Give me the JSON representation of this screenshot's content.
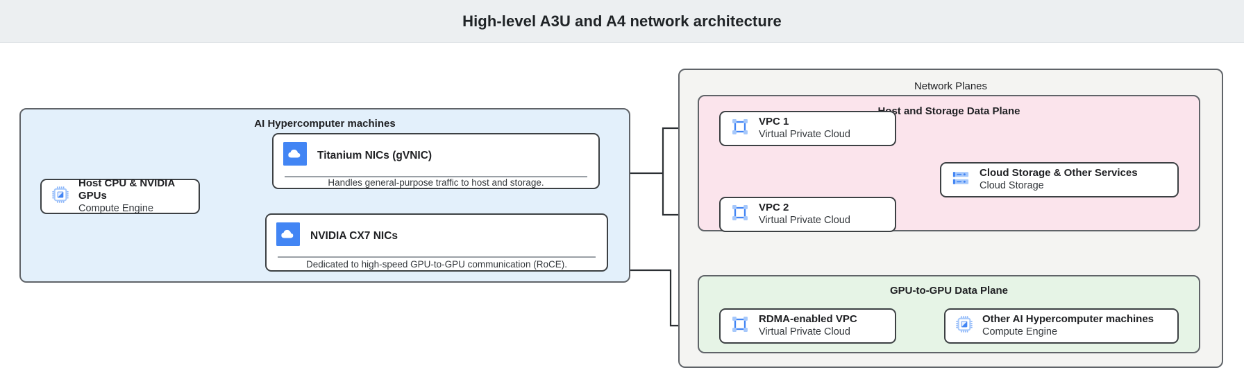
{
  "header": {
    "title": "High-level A3U and A4 network architecture"
  },
  "groups": {
    "machines": {
      "title": "AI Hypercomputer machines"
    },
    "planes": {
      "title": "Network Planes"
    },
    "host_data": {
      "title": "Host and Storage Data Plane"
    },
    "gpu_data": {
      "title": "GPU-to-GPU Data Plane"
    }
  },
  "nodes": {
    "host_cpu": {
      "title": "Host CPU & NVIDIA GPUs",
      "subtitle": "Compute Engine",
      "icon": "cpu-chip-icon"
    },
    "titanium_nics": {
      "title": "Titanium NICs (gVNIC)",
      "caption": "Handles general-purpose traffic to host and storage.",
      "icon": "cloud-icon"
    },
    "cx7_nics": {
      "title": "NVIDIA CX7 NICs",
      "caption": "Dedicated to high-speed GPU-to-GPU communication (RoCE).",
      "icon": "cloud-icon"
    },
    "vpc1": {
      "title": "VPC 1",
      "subtitle": "Virtual Private Cloud",
      "icon": "vpc-icon"
    },
    "vpc2": {
      "title": "VPC 2",
      "subtitle": "Virtual Private Cloud",
      "icon": "vpc-icon"
    },
    "cloud_storage": {
      "title": "Cloud Storage & Other Services",
      "subtitle": "Cloud Storage",
      "icon": "cloud-storage-icon"
    },
    "rdma_vpc": {
      "title": "RDMA-enabled VPC",
      "subtitle": "Virtual Private Cloud",
      "icon": "vpc-icon"
    },
    "other_machines": {
      "title": "Other AI Hypercomputer machines",
      "subtitle": "Compute Engine",
      "icon": "cpu-chip-icon"
    }
  },
  "colors": {
    "header_bg": "#eceff1",
    "machines_bg": "#e3f0fb",
    "planes_bg": "#f4f4f2",
    "host_data_bg": "#fbe4ec",
    "gpu_data_bg": "#e6f4e6",
    "stroke": "#3c4043",
    "icon_blue": "#4285f4",
    "icon_blue_light": "#a6c8fb"
  }
}
